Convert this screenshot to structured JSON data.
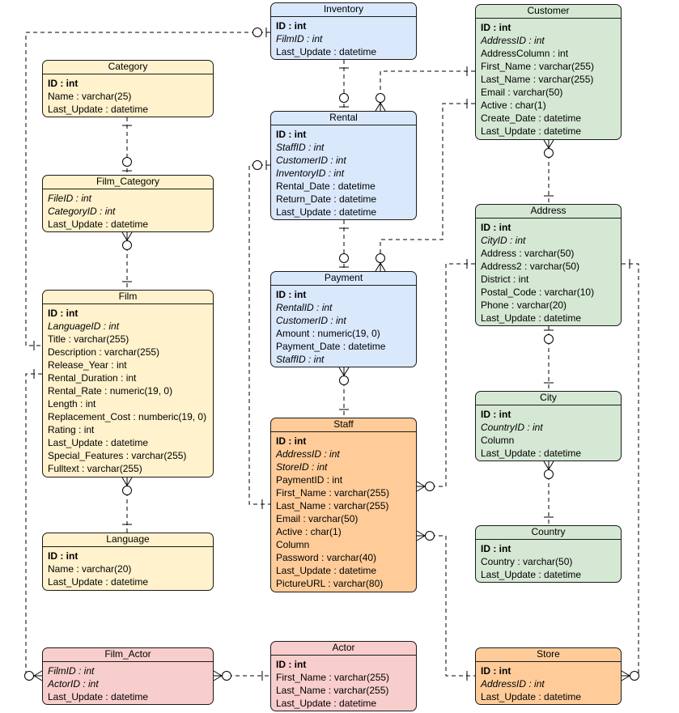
{
  "entities": {
    "inventory": {
      "name": "Inventory",
      "color": "#dae8fc",
      "fields": [
        {
          "text": "ID : int",
          "kind": "pk"
        },
        {
          "text": "FilmID : int",
          "kind": "fk"
        },
        {
          "text": "Last_Update : datetime",
          "kind": ""
        }
      ]
    },
    "customer": {
      "name": "Customer",
      "color": "#d5e8d4",
      "fields": [
        {
          "text": "ID : int",
          "kind": "pk"
        },
        {
          "text": "AddressID : int",
          "kind": "fk"
        },
        {
          "text": "AddressColumn : int",
          "kind": ""
        },
        {
          "text": "First_Name : varchar(255)",
          "kind": ""
        },
        {
          "text": "Last_Name : varchar(255)",
          "kind": ""
        },
        {
          "text": "Email : varchar(50)",
          "kind": ""
        },
        {
          "text": "Active : char(1)",
          "kind": ""
        },
        {
          "text": "Create_Date : datetime",
          "kind": ""
        },
        {
          "text": "Last_Update : datetime",
          "kind": ""
        }
      ]
    },
    "category": {
      "name": "Category",
      "color": "#fff2cc",
      "fields": [
        {
          "text": "ID : int",
          "kind": "pk"
        },
        {
          "text": "Name : varchar(25)",
          "kind": ""
        },
        {
          "text": "Last_Update : datetime",
          "kind": ""
        }
      ]
    },
    "rental": {
      "name": "Rental",
      "color": "#dae8fc",
      "fields": [
        {
          "text": "ID : int",
          "kind": "pk"
        },
        {
          "text": "StaffID : int",
          "kind": "fk"
        },
        {
          "text": "CustomerID : int",
          "kind": "fk"
        },
        {
          "text": "InventoryID : int",
          "kind": "fk"
        },
        {
          "text": "Rental_Date : datetime",
          "kind": ""
        },
        {
          "text": "Return_Date : datetime",
          "kind": ""
        },
        {
          "text": "Last_Update : datetime",
          "kind": ""
        }
      ]
    },
    "film_category": {
      "name": "Film_Category",
      "color": "#fff2cc",
      "fields": [
        {
          "text": "FileID : int",
          "kind": "fk"
        },
        {
          "text": "CategoryID : int",
          "kind": "fk"
        },
        {
          "text": "Last_Update : datetime",
          "kind": ""
        }
      ]
    },
    "address": {
      "name": "Address",
      "color": "#d5e8d4",
      "fields": [
        {
          "text": "ID : int",
          "kind": "pk"
        },
        {
          "text": "CityID : int",
          "kind": "fk"
        },
        {
          "text": "Address : varchar(50)",
          "kind": ""
        },
        {
          "text": "Address2 : varchar(50)",
          "kind": ""
        },
        {
          "text": "District : int",
          "kind": ""
        },
        {
          "text": "Postal_Code : varchar(10)",
          "kind": ""
        },
        {
          "text": "Phone : varchar(20)",
          "kind": ""
        },
        {
          "text": "Last_Update : datetime",
          "kind": ""
        }
      ]
    },
    "payment": {
      "name": "Payment",
      "color": "#dae8fc",
      "fields": [
        {
          "text": "ID : int",
          "kind": "pk"
        },
        {
          "text": "RentalID : int",
          "kind": "fk"
        },
        {
          "text": "CustomerID : int",
          "kind": "fk"
        },
        {
          "text": "Amount : numeric(19, 0)",
          "kind": ""
        },
        {
          "text": "Payment_Date : datetime",
          "kind": ""
        },
        {
          "text": "StaffID : int",
          "kind": "fk"
        }
      ]
    },
    "film": {
      "name": "Film",
      "color": "#fff2cc",
      "fields": [
        {
          "text": "ID : int",
          "kind": "pk"
        },
        {
          "text": "LanguageID : int",
          "kind": "fk"
        },
        {
          "text": "Title : varchar(255)",
          "kind": ""
        },
        {
          "text": "Description : varchar(255)",
          "kind": ""
        },
        {
          "text": "Release_Year : int",
          "kind": ""
        },
        {
          "text": "Rental_Duration : int",
          "kind": ""
        },
        {
          "text": "Rental_Rate : numeric(19, 0)",
          "kind": ""
        },
        {
          "text": "Length : int",
          "kind": ""
        },
        {
          "text": "Replacement_Cost : numberic(19, 0)",
          "kind": ""
        },
        {
          "text": "Rating : int",
          "kind": ""
        },
        {
          "text": "Last_Update : datetime",
          "kind": ""
        },
        {
          "text": "Special_Features : varchar(255)",
          "kind": ""
        },
        {
          "text": "Fulltext : varchar(255)",
          "kind": ""
        }
      ]
    },
    "city": {
      "name": "City",
      "color": "#d5e8d4",
      "fields": [
        {
          "text": "ID : int",
          "kind": "pk"
        },
        {
          "text": "CountryID : int",
          "kind": "fk"
        },
        {
          "text": "Column",
          "kind": ""
        },
        {
          "text": "Last_Update : datetime",
          "kind": ""
        }
      ]
    },
    "staff": {
      "name": "Staff",
      "color": "#ffcc99",
      "fields": [
        {
          "text": "ID : int",
          "kind": "pk"
        },
        {
          "text": "AddressID : int",
          "kind": "fk"
        },
        {
          "text": "StoreID : int",
          "kind": "fk"
        },
        {
          "text": "PaymentID : int",
          "kind": ""
        },
        {
          "text": "First_Name : varchar(255)",
          "kind": ""
        },
        {
          "text": "Last_Name : varchar(255)",
          "kind": ""
        },
        {
          "text": "Email : varchar(50)",
          "kind": ""
        },
        {
          "text": "Active : char(1)",
          "kind": ""
        },
        {
          "text": "Column",
          "kind": ""
        },
        {
          "text": "Password : varchar(40)",
          "kind": ""
        },
        {
          "text": "Last_Update : datetime",
          "kind": ""
        },
        {
          "text": "PictureURL : varchar(80)",
          "kind": ""
        }
      ]
    },
    "language": {
      "name": "Language",
      "color": "#fff2cc",
      "fields": [
        {
          "text": "ID : int",
          "kind": "pk"
        },
        {
          "text": "Name : varchar(20)",
          "kind": ""
        },
        {
          "text": "Last_Update : datetime",
          "kind": ""
        }
      ]
    },
    "country": {
      "name": "Country",
      "color": "#d5e8d4",
      "fields": [
        {
          "text": "ID : int",
          "kind": "pk"
        },
        {
          "text": "Country : varchar(50)",
          "kind": ""
        },
        {
          "text": "Last_Update : datetime",
          "kind": ""
        }
      ]
    },
    "film_actor": {
      "name": "Film_Actor",
      "color": "#f8cecc",
      "fields": [
        {
          "text": "FilmID : int",
          "kind": "fk"
        },
        {
          "text": "ActorID : int",
          "kind": "fk"
        },
        {
          "text": "Last_Update : datetime",
          "kind": ""
        }
      ]
    },
    "actor": {
      "name": "Actor",
      "color": "#f8cecc",
      "fields": [
        {
          "text": "ID : int",
          "kind": "pk"
        },
        {
          "text": "First_Name : varchar(255)",
          "kind": ""
        },
        {
          "text": "Last_Name : varchar(255)",
          "kind": ""
        },
        {
          "text": "Last_Update : datetime",
          "kind": ""
        }
      ]
    },
    "store": {
      "name": "Store",
      "color": "#ffcc99",
      "fields": [
        {
          "text": "ID : int",
          "kind": "pk"
        },
        {
          "text": "AddressID : int",
          "kind": "fk"
        },
        {
          "text": "Last_Update : datetime",
          "kind": ""
        }
      ]
    }
  },
  "relationships": [
    {
      "id": "inventory-film",
      "from": "Inventory",
      "to": "Film",
      "cardinality": "zero-or-one to one"
    },
    {
      "id": "category-film_category",
      "from": "Category",
      "to": "Film_Category",
      "cardinality": "one to zero-or-one"
    },
    {
      "id": "film_category-film",
      "from": "Film_Category",
      "to": "Film",
      "cardinality": "zero-or-many to one"
    },
    {
      "id": "film-language",
      "from": "Film",
      "to": "Language",
      "cardinality": "zero-or-many to one"
    },
    {
      "id": "inventory-rental",
      "from": "Inventory",
      "to": "Rental",
      "cardinality": "one to zero-or-one"
    },
    {
      "id": "customer-rental",
      "from": "Customer",
      "to": "Rental",
      "cardinality": "one to zero-or-many"
    },
    {
      "id": "customer-payment",
      "from": "Customer",
      "to": "Payment",
      "cardinality": "one to zero-or-many"
    },
    {
      "id": "rental-payment",
      "from": "Rental",
      "to": "Payment",
      "cardinality": "one to zero-or-one"
    },
    {
      "id": "payment-staff",
      "from": "Payment",
      "to": "Staff",
      "cardinality": "zero-or-many to one"
    },
    {
      "id": "rental-staff",
      "from": "Rental",
      "to": "Staff",
      "cardinality": "zero-or-one to one"
    },
    {
      "id": "customer-address",
      "from": "Customer",
      "to": "Address",
      "cardinality": "zero-or-many to one"
    },
    {
      "id": "address-staff",
      "from": "Address",
      "to": "Staff",
      "cardinality": "one to zero-or-many"
    },
    {
      "id": "address-city",
      "from": "Address",
      "to": "City",
      "cardinality": "zero-or-one to one"
    },
    {
      "id": "city-country",
      "from": "City",
      "to": "Country",
      "cardinality": "zero-or-many to one"
    },
    {
      "id": "address-store",
      "from": "Address",
      "to": "Store",
      "cardinality": "one to zero-or-many"
    },
    {
      "id": "staff-store",
      "from": "Staff",
      "to": "Store",
      "cardinality": "zero-or-many to one"
    },
    {
      "id": "film_actor-actor",
      "from": "Film_Actor",
      "to": "Actor",
      "cardinality": "zero-or-many to one"
    },
    {
      "id": "film-film_actor",
      "from": "Film",
      "to": "Film_Actor",
      "cardinality": "one to zero-or-many"
    }
  ]
}
